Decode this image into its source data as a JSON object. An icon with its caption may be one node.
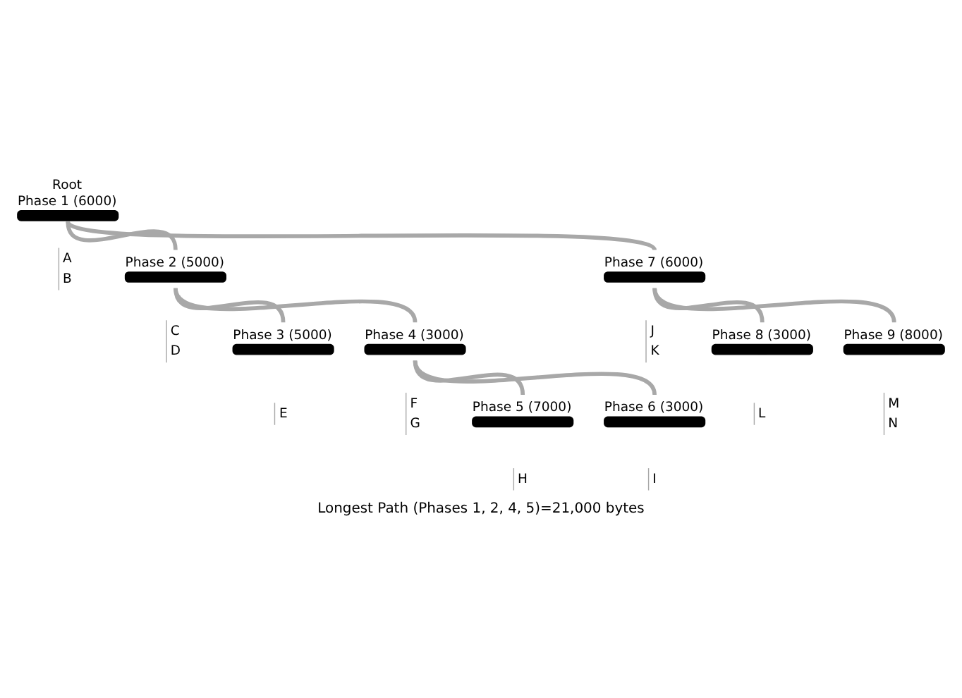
{
  "diagram": {
    "caption": "Longest Path (Phases 1, 2, 4, 5)=21,000 bytes",
    "nodes": [
      {
        "text": [
          "Root",
          "Phase 1 (6000)"
        ],
        "beside": [
          "A",
          "B"
        ]
      },
      {
        "text": [
          "Phase 2 (5000)"
        ],
        "beside": [
          "C",
          "D"
        ]
      },
      {
        "text": [
          "Phase 7 (6000)"
        ],
        "beside": [
          "J",
          "K"
        ]
      },
      {
        "text": [
          "Phase 3 (5000)"
        ],
        "beside": [
          "E"
        ]
      },
      {
        "text": [
          "Phase 4 (3000)"
        ],
        "beside": [
          "F",
          "G"
        ]
      },
      {
        "text": [
          "Phase 8 (3000)"
        ],
        "beside": [
          "L"
        ]
      },
      {
        "text": [
          "Phase 9 (8000)"
        ],
        "beside": [
          "M",
          "N"
        ]
      },
      {
        "text": [
          "Phase 5 (7000)"
        ],
        "beside": [
          "H"
        ]
      },
      {
        "text": [
          "Phase 6 (3000)"
        ],
        "beside": [
          "I"
        ]
      }
    ],
    "edges": [
      {
        "from": 0,
        "to": 1,
        "arrow": "none"
      },
      {
        "from": 0,
        "to": 2,
        "arrow": "none"
      },
      {
        "from": 1,
        "to": 3,
        "arrow": "none"
      },
      {
        "from": 1,
        "to": 4,
        "arrow": "none"
      },
      {
        "from": 2,
        "to": 5,
        "arrow": "none"
      },
      {
        "from": 2,
        "to": 6,
        "arrow": "none"
      },
      {
        "from": 4,
        "to": 7,
        "arrow": "none"
      },
      {
        "from": 4,
        "to": 8,
        "arrow": "none"
      }
    ]
  }
}
